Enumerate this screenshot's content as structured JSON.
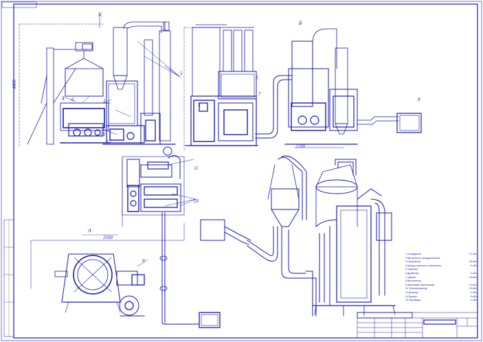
{
  "drawing": {
    "section_labels": {
      "left": "К",
      "right": "Б",
      "lower_left": "А"
    },
    "dimensions": {
      "vertical_left": "4400",
      "upper_right": "2700",
      "lower_middle": "2500"
    },
    "callouts": [
      "4",
      "6",
      "1",
      "13",
      "12",
      "5",
      "2",
      "7",
      "11",
      "10",
      "8",
      "9",
      "3"
    ],
    "legend": [
      {
        "text": "1 Охладитель",
        "value": "~17 кВт"
      },
      {
        "text": "2 Вентилятор охладительный",
        "value": ""
      },
      {
        "text": "3 Гранулятор",
        "value": "~30 кВт"
      },
      {
        "text": "4 Бункер-питатель и смеситель",
        "value": "~4 кВт"
      },
      {
        "text": "5 Сушилка",
        "value": ""
      },
      {
        "text": "6 Дробилка",
        "value": "~2 кВт"
      },
      {
        "text": "7 Циклон",
        "value": "~30 кВт"
      },
      {
        "text": "8 Вентилятор",
        "value": ""
      },
      {
        "text": "9 Шнековый транспортёр",
        "value": "~10 кВт"
      },
      {
        "text": "10 Теплогенератор",
        "value": "~20 кВт"
      },
      {
        "text": "11 Дозатор",
        "value": "~2 кВт"
      },
      {
        "text": "12 Бункер",
        "value": "~5 кВт"
      },
      {
        "text": "13 Фасовщик",
        "value": "~1 кВт"
      }
    ],
    "title_block": {
      "title": "",
      "sheet": ""
    }
  }
}
